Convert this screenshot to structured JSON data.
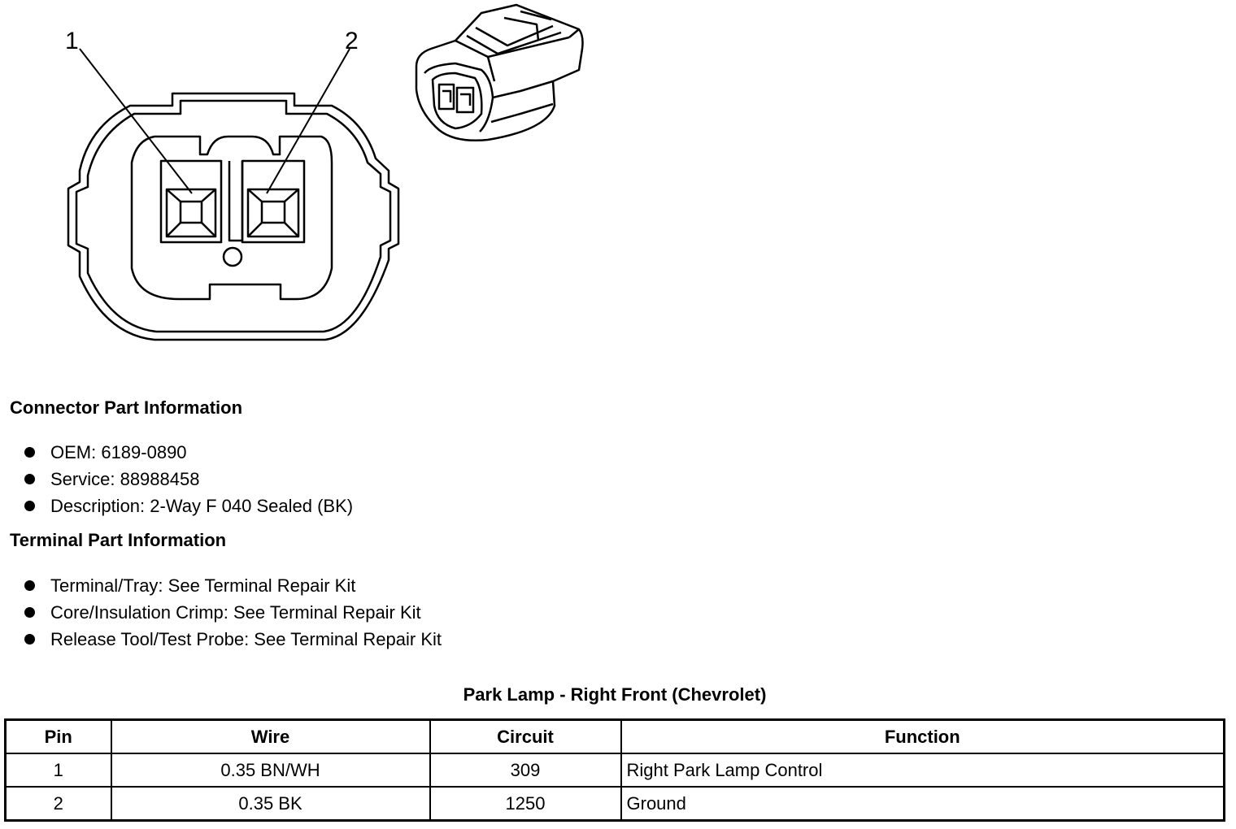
{
  "figure": {
    "pin_labels": [
      "1",
      "2"
    ]
  },
  "connector_part": {
    "heading": "Connector Part Information",
    "items": [
      "OEM: 6189-0890",
      "Service: 88988458",
      "Description: 2-Way F 040 Sealed (BK)"
    ]
  },
  "terminal_part": {
    "heading": "Terminal Part Information",
    "items": [
      "Terminal/Tray: See Terminal Repair Kit",
      "Core/Insulation Crimp: See Terminal Repair Kit",
      "Release Tool/Test Probe: See Terminal Repair Kit"
    ]
  },
  "pin_table": {
    "title": "Park Lamp - Right Front (Chevrolet)",
    "headers": [
      "Pin",
      "Wire",
      "Circuit",
      "Function"
    ],
    "rows": [
      [
        "1",
        "0.35 BN/WH",
        "309",
        "Right Park Lamp Control"
      ],
      [
        "2",
        "0.35 BK",
        "1250",
        "Ground"
      ]
    ]
  }
}
